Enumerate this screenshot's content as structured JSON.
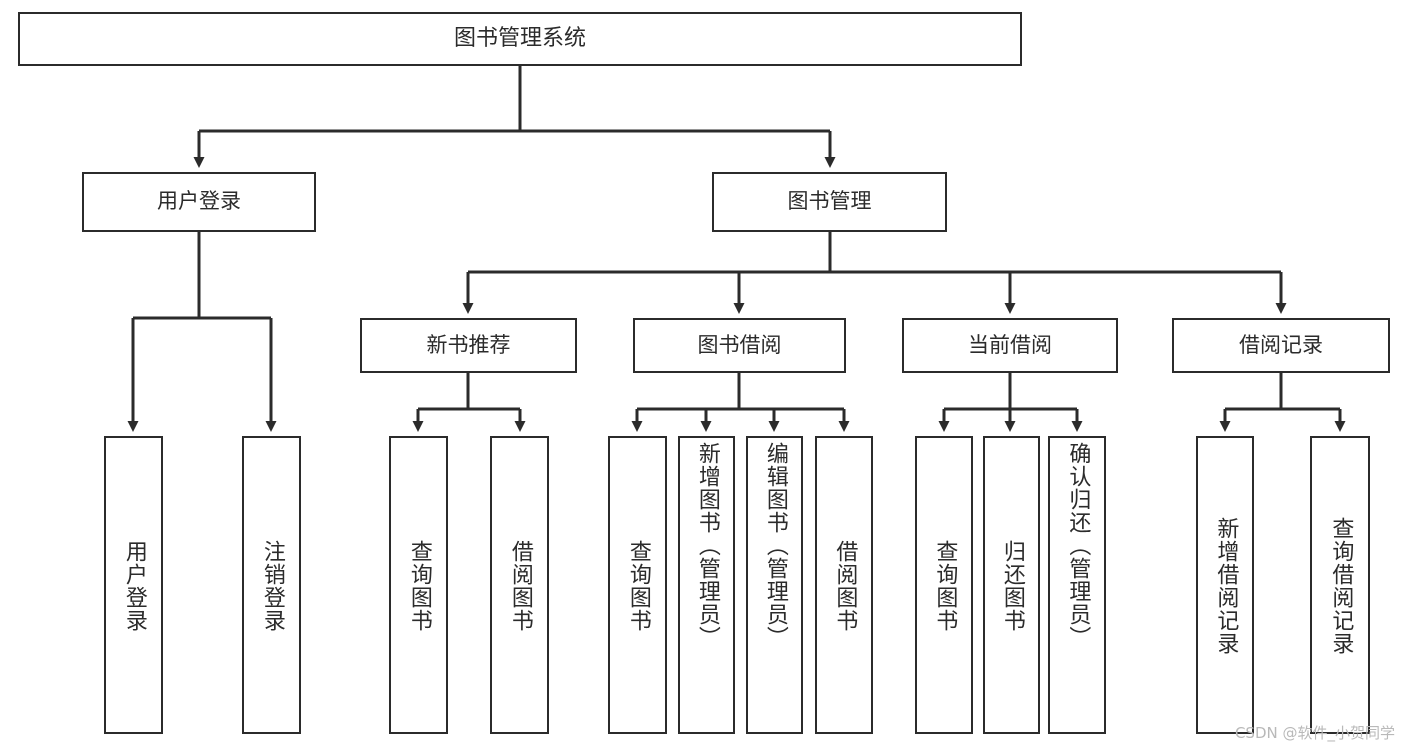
{
  "diagram": {
    "title": "图书管理系统",
    "type": "hierarchy-tree",
    "root": {
      "label": "图书管理系统"
    },
    "level2": [
      {
        "label": "用户登录"
      },
      {
        "label": "图书管理"
      }
    ],
    "level3": [
      {
        "label": "新书推荐"
      },
      {
        "label": "图书借阅"
      },
      {
        "label": "当前借阅"
      },
      {
        "label": "借阅记录"
      }
    ],
    "leaves": {
      "user_login": [
        {
          "label": "用户登录"
        },
        {
          "label": "注销登录"
        }
      ],
      "new_book_recommend": [
        {
          "label": "查询图书"
        },
        {
          "label": "借阅图书"
        }
      ],
      "book_borrow": [
        {
          "label": "查询图书"
        },
        {
          "label": "新增图书（管理员）"
        },
        {
          "label": "编辑图书（管理员）"
        },
        {
          "label": "借阅图书"
        }
      ],
      "current_borrow": [
        {
          "label": "查询图书"
        },
        {
          "label": "归还图书"
        },
        {
          "label": "确认归还（管理员）"
        }
      ],
      "borrow_record": [
        {
          "label": "新增借阅记录"
        },
        {
          "label": "查询借阅记录"
        }
      ]
    }
  },
  "watermark": {
    "text": "CSDN @软件_小贺同学"
  },
  "colors": {
    "stroke": "#2b2b2b",
    "fill": "#ffffff",
    "text": "#2b2b2b",
    "watermark": "#b9b9b9"
  }
}
